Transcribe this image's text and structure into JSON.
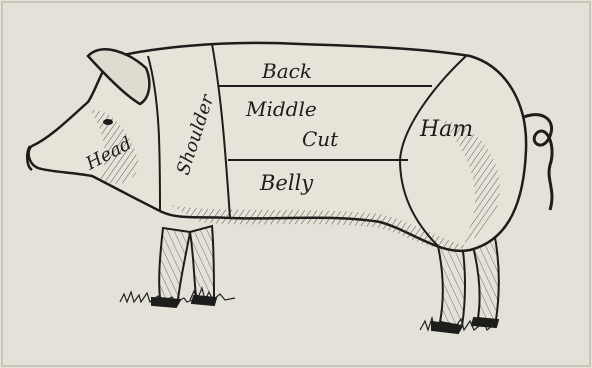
{
  "diagram": {
    "subject": "pig",
    "cuts": [
      {
        "id": "head",
        "label": "Head"
      },
      {
        "id": "shoulder",
        "label": "Shoulder"
      },
      {
        "id": "back",
        "label": "Back"
      },
      {
        "id": "middle-cut-line1",
        "label": "Middle"
      },
      {
        "id": "middle-cut-line2",
        "label": "Cut"
      },
      {
        "id": "ham",
        "label": "Ham"
      },
      {
        "id": "belly",
        "label": "Belly"
      }
    ],
    "colors": {
      "paper": "#e4e2d8",
      "ink": "#1d1d1b"
    }
  }
}
